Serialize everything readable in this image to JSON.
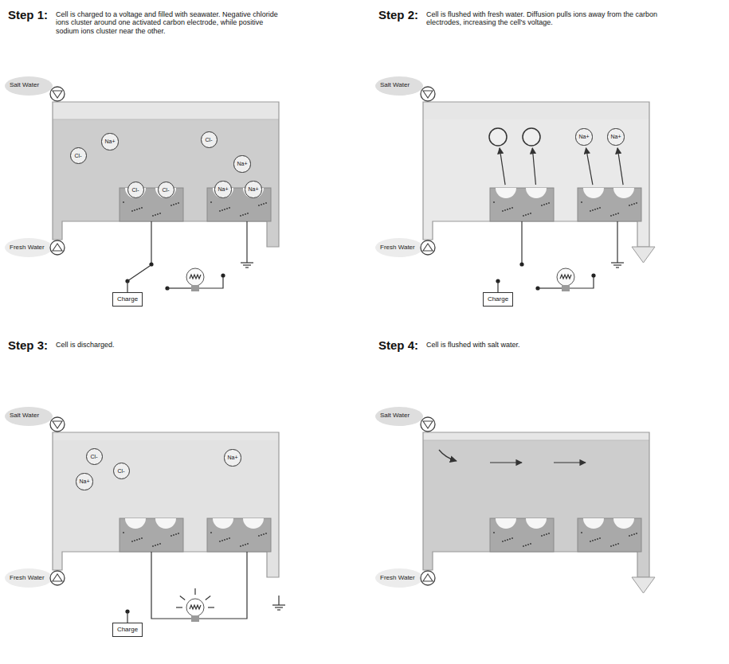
{
  "diagram": {
    "nodes": [
      {
        "text": [
          "Cl-"
        ]
      },
      {
        "text": [
          "Na+"
        ]
      },
      {
        "text": [
          "Cl-"
        ]
      },
      {
        "text": [
          "Na+"
        ]
      },
      {
        "text": [
          "Cl-"
        ]
      },
      {
        "text": [
          "Cl-"
        ]
      },
      {
        "text": [
          "Na+"
        ]
      },
      {
        "text": [
          "Na+"
        ]
      },
      {
        "text": [
          "Charge"
        ]
      },
      {
        "text": [
          "Na+"
        ]
      },
      {
        "text": [
          "Na+"
        ]
      },
      {
        "text": [
          "Charge"
        ]
      },
      {
        "text": [
          "Cl-"
        ]
      },
      {
        "text": [
          "Na+"
        ]
      },
      {
        "text": [
          "Cl-"
        ]
      },
      {
        "text": [
          "Na+"
        ]
      },
      {
        "text": [
          "Charge"
        ]
      }
    ],
    "labels": [
      "Step 1:",
      "Cell is charged to a voltage and filled with seawater. Negative chloride ions cluster around one activated carbon electrode, while positive sodium ions cluster near the other.",
      "Salt Water",
      "Fresh Water",
      "Step 2:",
      "Cell is flushed with fresh water. Diffusion pulls ions away from the carbon electrodes, increasing the cell's voltage.",
      "Salt Water",
      "Fresh Water",
      "Step 3:",
      "Cell is discharged.",
      "Salt Water",
      "Fresh Water",
      "Step 4:",
      "Cell is flushed with salt water.",
      "Salt Water",
      "Fresh Water"
    ]
  }
}
